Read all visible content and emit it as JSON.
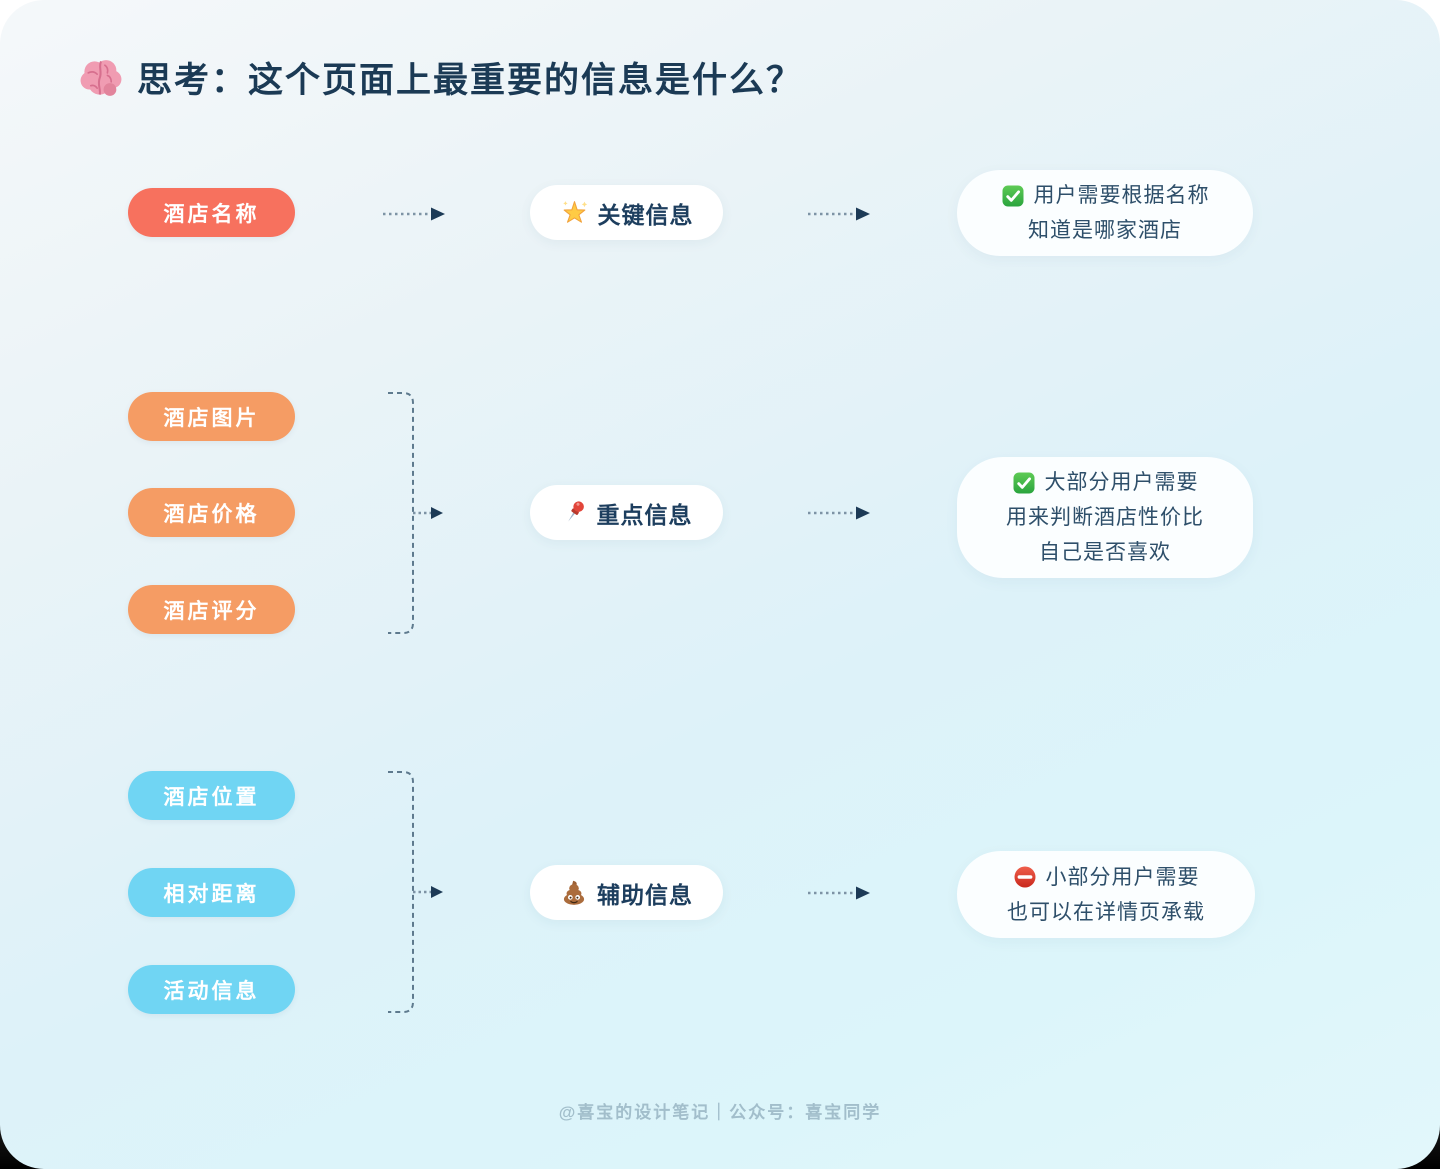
{
  "title": {
    "icon": "brain-icon",
    "text": "思考：这个页面上最重要的信息是什么？"
  },
  "colors": {
    "coral": "#F7715E",
    "orange": "#F59C64",
    "sky_blue": "#70D5F3",
    "navy_text": "#1B3A55",
    "bubble_text": "#2E4F6A",
    "bg_light": "#F5F8FA",
    "bg_cyan": "#DCF5FA",
    "footer_text": "#A2BECB"
  },
  "rows": [
    {
      "pills": [
        {
          "label": "酒店名称",
          "color": "coral"
        }
      ],
      "category": {
        "icon": "glowing-star-icon",
        "label": "关键信息"
      },
      "note": {
        "icon": "check-icon",
        "lines": [
          "用户需要根据名称",
          "知道是哪家酒店"
        ]
      }
    },
    {
      "pills": [
        {
          "label": "酒店图片",
          "color": "orange"
        },
        {
          "label": "酒店价格",
          "color": "orange"
        },
        {
          "label": "酒店评分",
          "color": "orange"
        }
      ],
      "category": {
        "icon": "pushpin-icon",
        "label": "重点信息"
      },
      "note": {
        "icon": "check-icon",
        "lines": [
          "大部分用户需要",
          "用来判断酒店性价比",
          "自己是否喜欢"
        ]
      }
    },
    {
      "pills": [
        {
          "label": "酒店位置",
          "color": "sky_blue"
        },
        {
          "label": "相对距离",
          "color": "sky_blue"
        },
        {
          "label": "活动信息",
          "color": "sky_blue"
        }
      ],
      "category": {
        "icon": "poo-icon",
        "label": "辅助信息"
      },
      "note": {
        "icon": "no-entry-icon",
        "lines": [
          "小部分用户需要",
          "也可以在详情页承载"
        ]
      }
    }
  ],
  "footer": "@喜宝的设计笔记｜公众号：喜宝同学"
}
